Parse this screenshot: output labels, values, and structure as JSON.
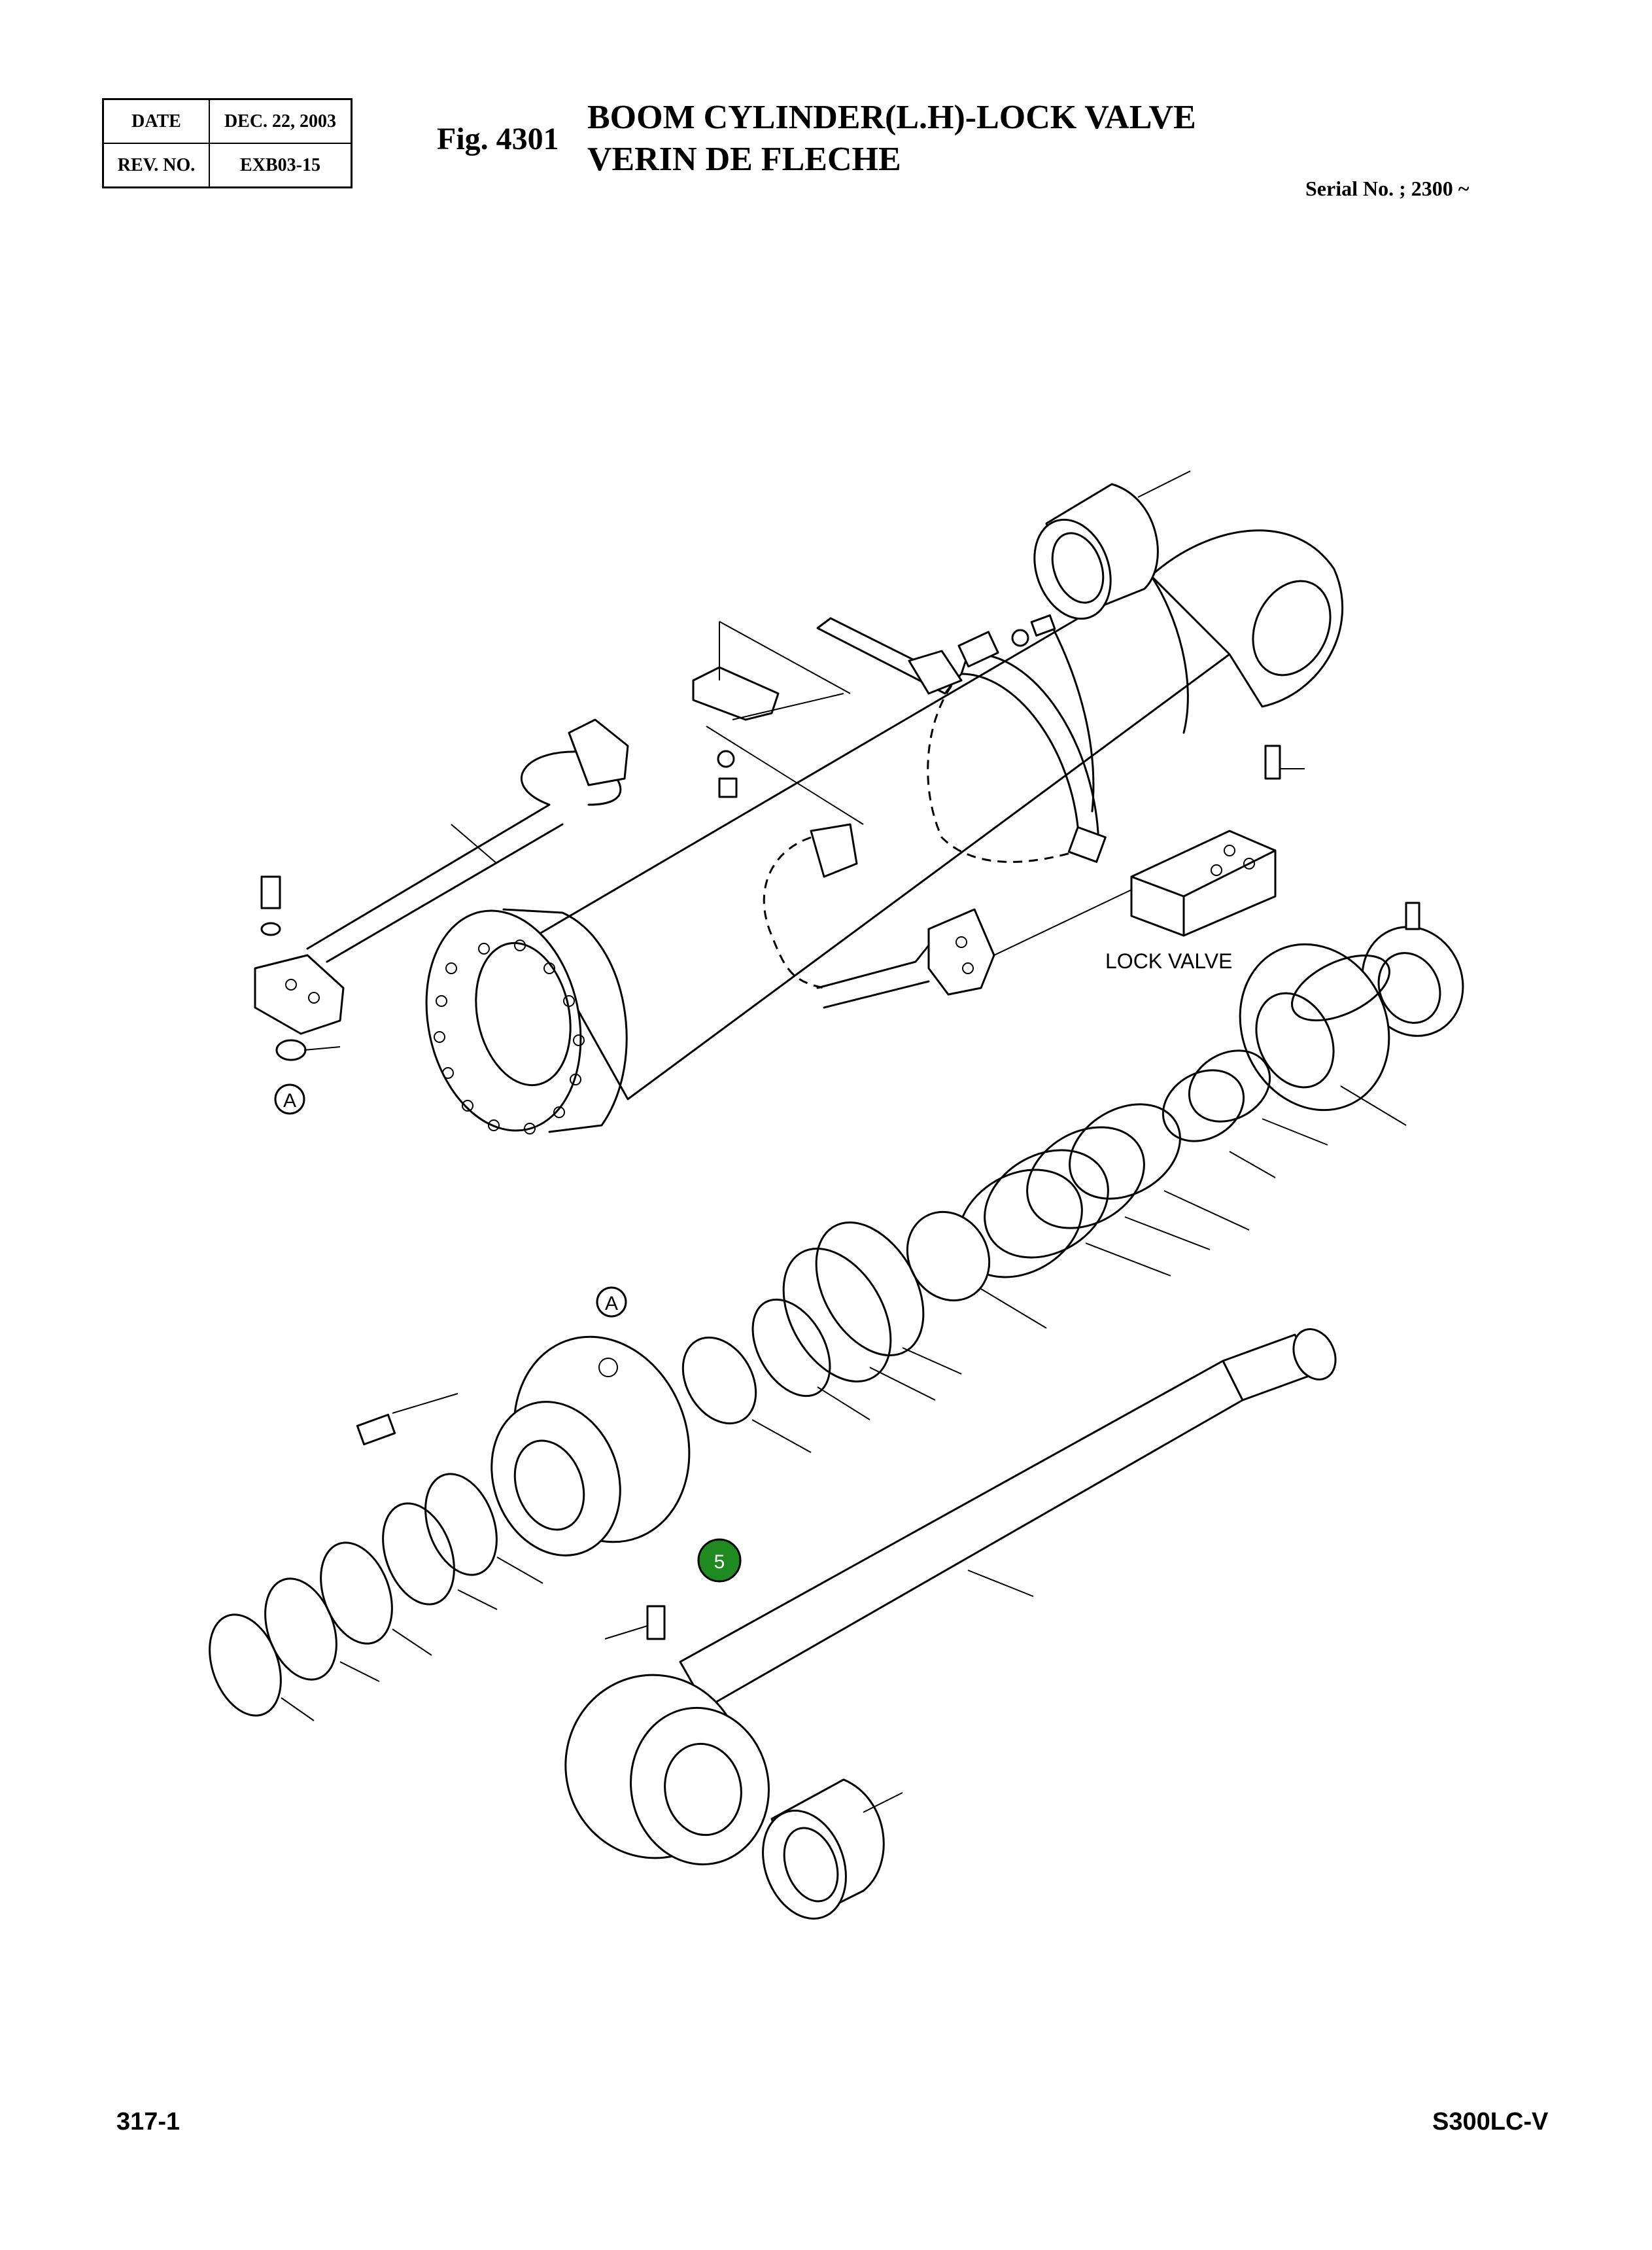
{
  "header": {
    "date_label": "DATE",
    "date_value": "DEC. 22, 2003",
    "rev_label": "REV. NO.",
    "rev_value": "EXB03-15"
  },
  "title": {
    "fig": "Fig. 4301",
    "line1": "BOOM CYLINDER(L.H)-LOCK VALVE",
    "line2": "VERIN DE FLECHE",
    "serial": "Serial No. ; 2300 ~"
  },
  "diagram": {
    "lock_valve_label": "LOCK VALVE",
    "ref_a_top": "A",
    "ref_a_bottom": "A",
    "marker_label": "5",
    "marker_color": "#1f8a1f"
  },
  "footer": {
    "page": "317-1",
    "model": "S300LC-V"
  }
}
